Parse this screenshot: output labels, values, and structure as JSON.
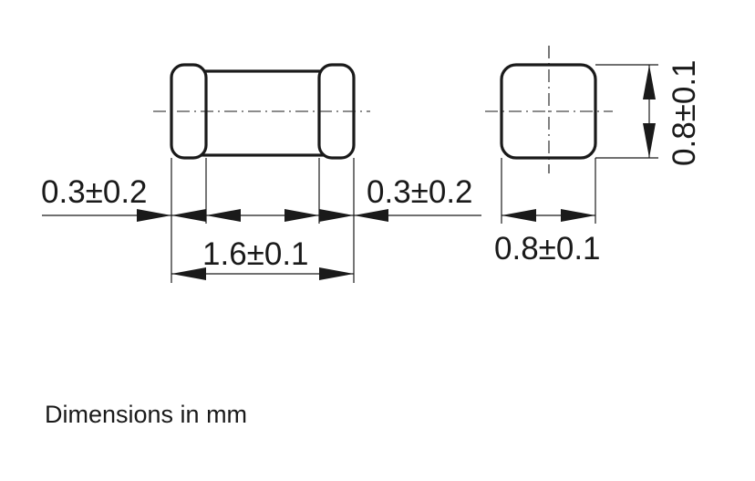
{
  "side_view": {
    "terminal_left_label": "0.3±0.2",
    "terminal_right_label": "0.3±0.2",
    "length_label": "1.6±0.1"
  },
  "end_view": {
    "width_label": "0.8±0.1",
    "height_label": "0.8±0.1"
  },
  "caption": "Dimensions in mm"
}
